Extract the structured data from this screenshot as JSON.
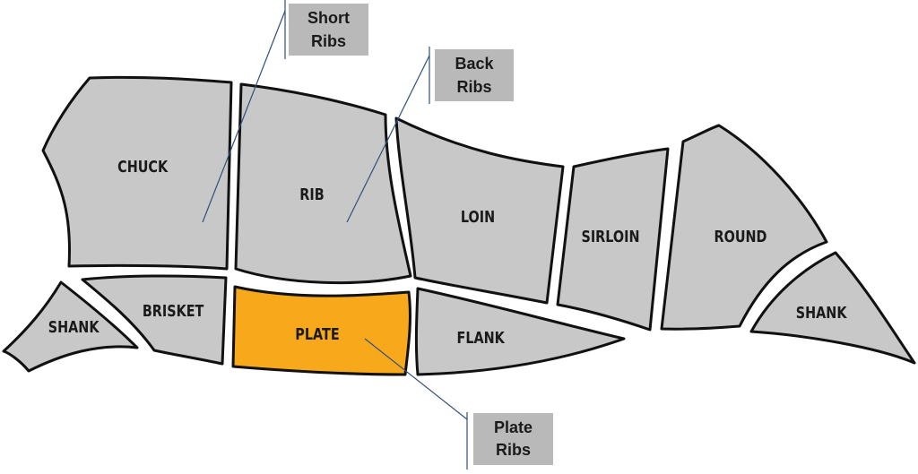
{
  "diagram": {
    "cuts": {
      "chuck": "CHUCK",
      "rib": "RIB",
      "loin": "LOIN",
      "sirloin": "SIRLOIN",
      "round": "ROUND",
      "shank_front": "SHANK",
      "brisket": "BRISKET",
      "plate": "PLATE",
      "flank": "FLANK",
      "shank_rear": "SHANK"
    },
    "callouts": {
      "short_ribs": {
        "line1": "Short",
        "line2": "Ribs"
      },
      "back_ribs": {
        "line1": "Back",
        "line2": "Ribs"
      },
      "plate_ribs": {
        "line1": "Plate",
        "line2": "Ribs"
      }
    },
    "colors": {
      "cut_fill": "#c8c8c8",
      "highlight_fill": "#f7a81b",
      "outline": "#111111",
      "callout_box": "#b9b9b9",
      "leader_line": "#2f4f7f"
    },
    "highlighted_cut": "plate"
  }
}
